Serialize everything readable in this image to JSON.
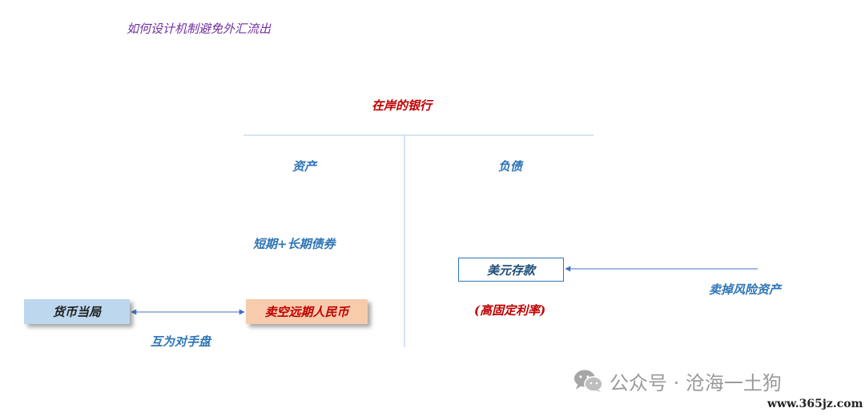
{
  "diagram": {
    "title": "如何设计机制避免外汇流出",
    "bank_title": "在岸的银行",
    "assets_label": "资产",
    "liabilities_label": "负债",
    "bonds_label": "短期+长期债券",
    "central_bank": "货币当局",
    "sell_cny_forward": "卖空远期人民币",
    "counterparty_label": "互为对手盘",
    "usd_deposit": "美元存款",
    "fixed_rate": "(高固定利率)",
    "sell_risk_assets": "卖掉风险资产"
  },
  "watermark": {
    "text": "公众号 · 沧海一土狗",
    "site": "www.365jz.com",
    "icon": "wechat-icon"
  },
  "colors": {
    "title": "#7030a0",
    "red": "#c00000",
    "blue": "#2e75b6",
    "line": "#bdd7ee"
  }
}
